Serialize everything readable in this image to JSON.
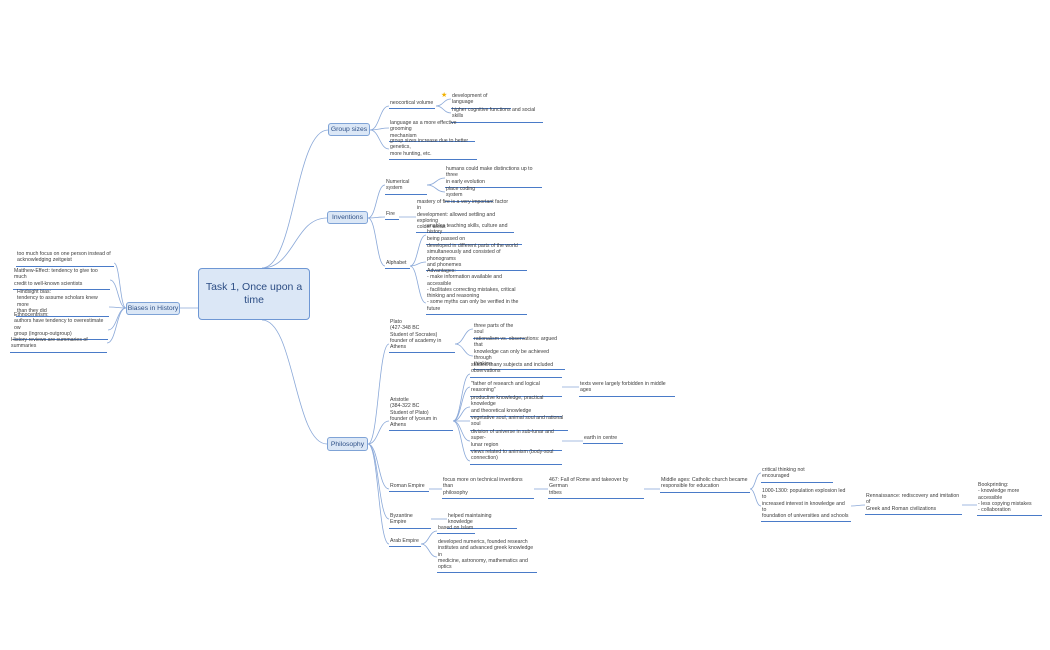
{
  "colors": {
    "line": "#8aa8d8",
    "underline": "#4a7bc8",
    "node_fill": "#dbe7f6",
    "node_border": "#7fa3d6",
    "root_text": "#2c4d84",
    "star": "#f2b200"
  },
  "root": {
    "title": "Task 1, Once upon a time"
  },
  "branches": {
    "group_sizes": "Group sizes",
    "inventions": "Inventions",
    "philosophy": "Philosophy",
    "biases": "Biases in History"
  },
  "group_sizes": {
    "neocortical": "neocortical volume",
    "dev_language": "development of language",
    "higher_cognitive": "higher cognitive functions and social skills",
    "grooming": "language as a more effective grooming\nmechanism",
    "increase": "group sizes increase due to better genetics,\nmore hunting, etc."
  },
  "inventions": {
    "numerical": "Numerical system",
    "distinctions": "humans could make distinctions up to three\nin early evolution",
    "place_coding": "place coding system",
    "fire": "Fire",
    "fire_detail": "mastery of fire is a very important factor in\ndevelopment: allowed settling and exploring\ncolder areas",
    "alphabet": "Alphabet",
    "teaching": "enables teaching skills, culture and history\nbeing passed on",
    "developed": "developed in different parts of the world\nsimultaneously and consisted of phonograms\nand phonemes",
    "advantages": "Advantages:\n- make information available and accessible\n- facilitates correcting mistakes, critical\nthinking and reasoning\n- some myths can only be verified in the\nfuture"
  },
  "biases": {
    "focus": "too much focus on one person instead of\nacknowledging zeitgeist",
    "matthew": "Matthew-Effect: tendency to give too much\ncredit to well-known scientists",
    "hindsight": "Hindsight bias:\ntendency to assume scholars knew more\nthan they did",
    "ethnocentrism": "Ethnocentrism:\nauthors have tendency to overestimate ow\ngroup (ingroup-outgroup)",
    "reviews": "History reviews are summaries of summaries"
  },
  "philosophy": {
    "plato": "Plato\n(427-348 BC\nStudent of Socrates)\nfounder of academy in Athens",
    "three_parts": "three parts of the soul",
    "rationalism": "rationalism vs. observations: argued that\nknowledge can only be achieved through\nthinking",
    "aristotle": "Aristotle\n(384-322 BC\nStudent of Plato)\nfounder of lyceum in Athens",
    "studied": "studied many subjects and included\nobservations",
    "father": "\"father of research and logical reasoning\"",
    "texts_forbidden": "texts were largely forbidden in middle ages",
    "productive": "productive knowledge, practical knowledge\nand theoretical knowledge",
    "vegetative": "vegetative soul, animal soul and rational soul",
    "division": "division of universe in sub-lunar and super-\nlunar region",
    "earth": "earth in centre",
    "animism": "views related to animism (body-soul\nconnection)",
    "roman": "Roman Empire",
    "technical": "focus more on technical inventions than\nphilosophy",
    "fall": "467: Fall of Rome and takeover by German\ntribes",
    "middle_ages": "Middle ages: Catholic church became\nresponsible for education",
    "critical": "critical thinking not encouraged",
    "explosion": "1000-1300: population explosion led to\nincreased interest in knowledge and to\nfoundation of universities and schools",
    "renaissance": "Rennaissance: rediscovery and imitation of\nGreek and Roman civilizations",
    "bookprinting": "Bookprinting:\n- knowledge more accessible\n- less copying mistakes\n- collaboration",
    "byzantine": "Byzantine Empire",
    "helped": "helped maintaining knowledge",
    "arab": "Arab Empire",
    "islam": "based on Islam",
    "numerics": "developed numerics, founded research\ninstitutes and advanced greek knowledge in\nmedicine, astronomy, mathematics and optics"
  }
}
